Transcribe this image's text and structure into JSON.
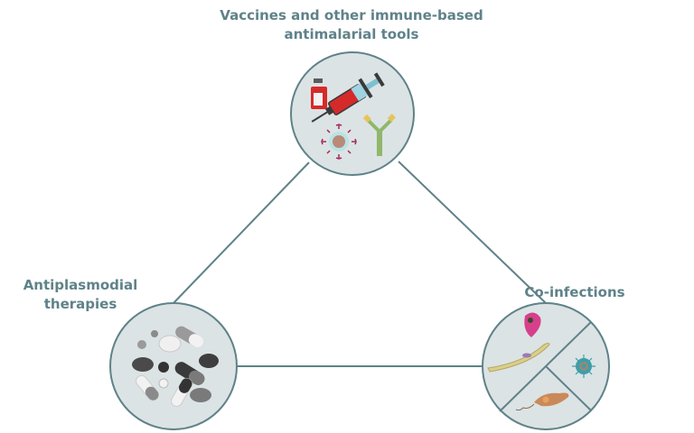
{
  "diagram": {
    "title": "Malaria intervention triangle",
    "colors": {
      "line": "#5f8289",
      "node_fill": "#dce3e5",
      "label": "#5f8289"
    },
    "nodes": [
      {
        "id": "vaccines",
        "label_line1": "Vaccines and other immune-based",
        "label_line2": "antimalarial tools",
        "icons": [
          "vaccine-vial-icon",
          "syringe-icon",
          "immune-cell-icon",
          "antibody-icon"
        ]
      },
      {
        "id": "antiplasmodial",
        "label_line1": "Antiplasmodial",
        "label_line2": "therapies",
        "icons": [
          "pills-icon",
          "capsules-icon",
          "tablets-icon"
        ]
      },
      {
        "id": "coinfections",
        "label_line1": "Co-infections",
        "label_line2": "",
        "icons": [
          "protozoan-icon",
          "trypanosome-icon",
          "virus-icon",
          "leishmania-icon"
        ]
      }
    ],
    "edges": [
      {
        "from": "vaccines",
        "to": "antiplasmodial"
      },
      {
        "from": "vaccines",
        "to": "coinfections"
      },
      {
        "from": "antiplasmodial",
        "to": "coinfections"
      }
    ]
  }
}
